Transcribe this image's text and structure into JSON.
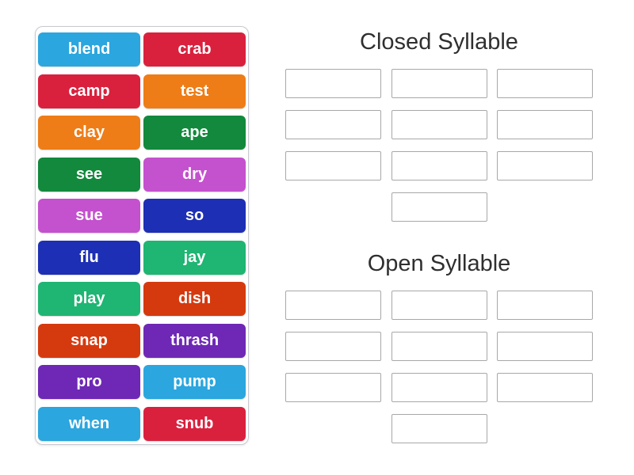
{
  "activity": {
    "type": "group-sort",
    "background_color": "#ffffff",
    "panel_border_color": "#c7cad0",
    "slot_border_color": "#a8a8a8",
    "title_color": "#2f2f2f",
    "tile_text_color": "#ffffff"
  },
  "word_bank": {
    "words": [
      {
        "label": "blend",
        "color": "#2ba6de"
      },
      {
        "label": "crab",
        "color": "#d9213e"
      },
      {
        "label": "camp",
        "color": "#d9213e"
      },
      {
        "label": "test",
        "color": "#ee7d17"
      },
      {
        "label": "clay",
        "color": "#ee7d17"
      },
      {
        "label": "ape",
        "color": "#12893c"
      },
      {
        "label": "see",
        "color": "#12893c"
      },
      {
        "label": "dry",
        "color": "#c451ce"
      },
      {
        "label": "sue",
        "color": "#c451ce"
      },
      {
        "label": "so",
        "color": "#1d2fb4"
      },
      {
        "label": "flu",
        "color": "#1d2fb4"
      },
      {
        "label": "jay",
        "color": "#1fb573"
      },
      {
        "label": "play",
        "color": "#1fb573"
      },
      {
        "label": "dish",
        "color": "#d53a0f"
      },
      {
        "label": "snap",
        "color": "#d53a0f"
      },
      {
        "label": "thrash",
        "color": "#6e28b5"
      },
      {
        "label": "pro",
        "color": "#6e28b5"
      },
      {
        "label": "pump",
        "color": "#2ba6de"
      },
      {
        "label": "when",
        "color": "#2ba6de"
      },
      {
        "label": "snub",
        "color": "#d9213e"
      }
    ]
  },
  "groups": [
    {
      "title": "Closed Syllable",
      "slot_count": 10
    },
    {
      "title": "Open Syllable",
      "slot_count": 10
    }
  ]
}
